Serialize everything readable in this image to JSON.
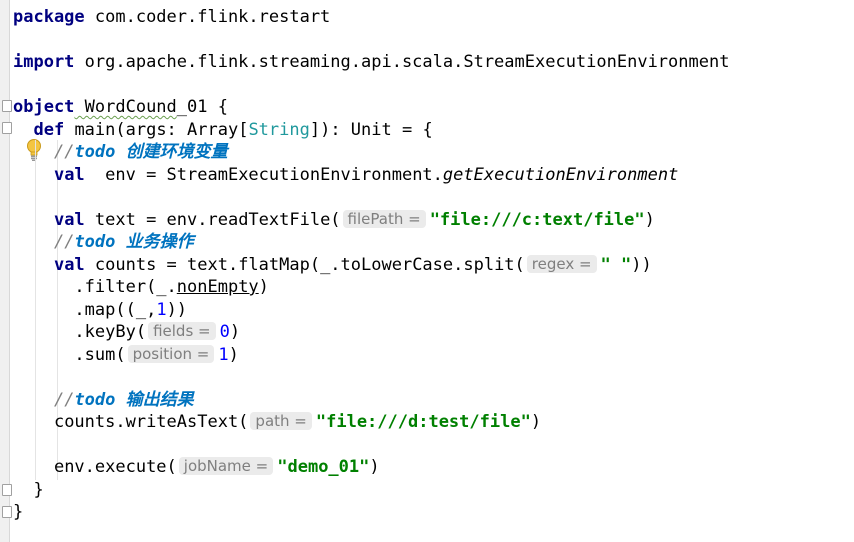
{
  "editor": {
    "lines": [
      {
        "package_kw": "package",
        "package_name": " com.coder.flink.restart"
      },
      {},
      {
        "import_kw": "import",
        "import_path": " org.apache.flink.streaming.api.scala.StreamExecutionEnvironment"
      },
      {},
      {
        "object_kw": "object",
        "object_name_a": " WordCound",
        "object_name_b": "_01 {"
      },
      {
        "def_kw": "def",
        "def_rest_a": " main(args: Array[",
        "string_type": "String",
        "def_rest_b": "]): Unit = {"
      },
      {
        "comment_slashes": "//",
        "todo_word": "todo",
        "comment_text": " 创建环境变量"
      },
      {
        "val_kw": "val",
        "env_decl": "  env = StreamExecutionEnvironment.",
        "env_method": "getExecutionEnvironment"
      },
      {},
      {
        "val_kw": "val",
        "text_decl": " text = env.readTextFile(",
        "hint": "filePath =",
        "path_str": "\"file:///c:text/file\"",
        "close": ")"
      },
      {
        "comment_slashes": "//",
        "todo_word": "todo",
        "comment_text": " 业务操作"
      },
      {
        "val_kw": "val",
        "counts_decl": " counts = text.flatMap(_.toLowerCase.split(",
        "hint": "regex =",
        "regex_str": "\" \"",
        "close": "))"
      },
      {
        "prefix": ".filter(_.",
        "method": "nonEmpty",
        "close": ")"
      },
      {
        "prefix": ".map((_,",
        "num": "1",
        "close": "))"
      },
      {
        "prefix": ".keyBy(",
        "hint": "fields =",
        "num": "0",
        "close": ")"
      },
      {
        "prefix": ".sum(",
        "hint": "position =",
        "num": "1",
        "close": ")"
      },
      {},
      {
        "comment_slashes": "//",
        "todo_word": "todo",
        "comment_text": " 输出结果"
      },
      {
        "prefix": "counts.writeAsText(",
        "hint": "path =",
        "path_str": "\"file:///d:test/file\"",
        "close": ")"
      },
      {},
      {
        "prefix": "env.execute(",
        "hint": "jobName =",
        "name_str": "\"demo_01\"",
        "close": ")"
      },
      {
        "close": "}"
      },
      {
        "close": "}"
      }
    ]
  },
  "icons": {
    "bulb": "lightbulb-icon",
    "fold": "fold-marker-icon"
  },
  "colors": {
    "keyword": "#000080",
    "string": "#008000",
    "number": "#0000ff",
    "comment": "#808080",
    "todo": "#0073bf",
    "type": "#20999d",
    "hint_bg": "#ebebeb"
  }
}
